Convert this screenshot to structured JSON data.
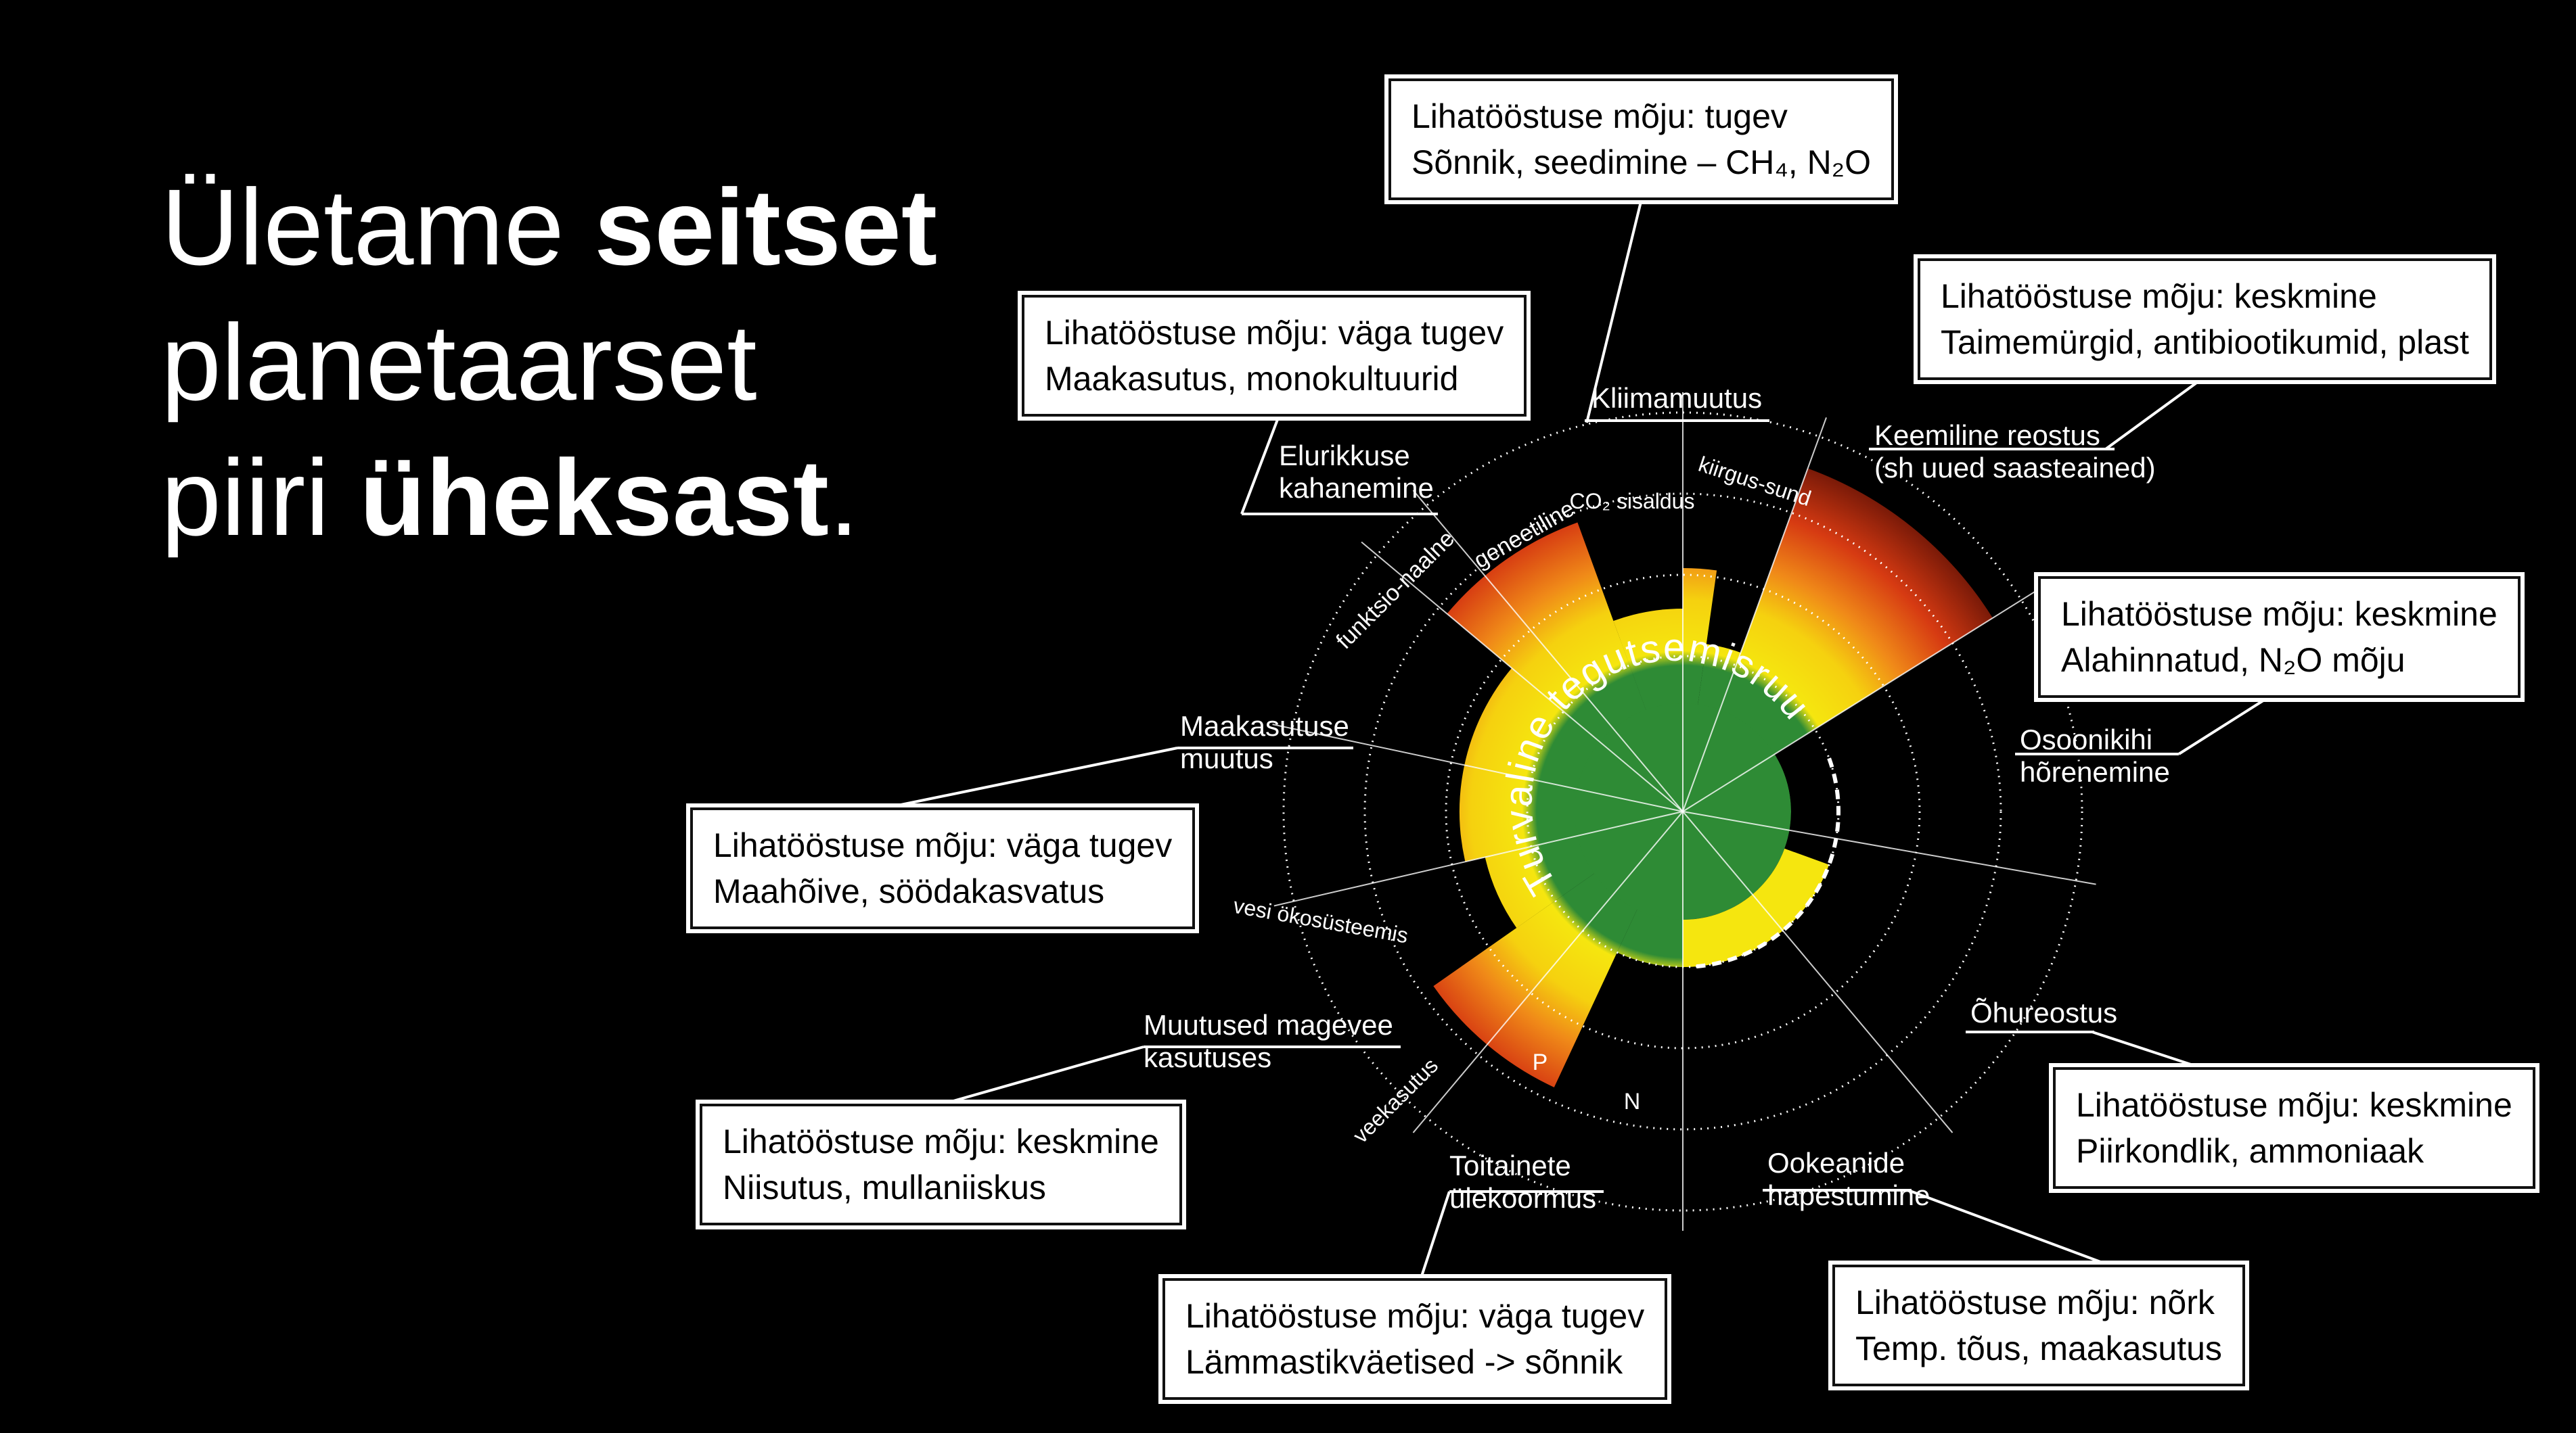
{
  "headline": {
    "part1": "Ületame ",
    "bold1": "seitset",
    "line2": "planetaarset",
    "part3": "piiri ",
    "bold3": "üheksast",
    "end": "."
  },
  "center_label": "Turvaline tegutsemisruum",
  "boundaries": [
    {
      "id": "climate",
      "label": [
        "Kliimamuutus"
      ]
    },
    {
      "id": "chemical",
      "label": [
        "Keemiline reostus",
        "(sh uued saasteained)"
      ]
    },
    {
      "id": "ozone",
      "label": [
        "Osoonikihi",
        "hõrenemine"
      ]
    },
    {
      "id": "air",
      "label": [
        "Õhureostus"
      ]
    },
    {
      "id": "ocean",
      "label": [
        "Ookeanide",
        "hapestumine"
      ]
    },
    {
      "id": "nutrients",
      "label": [
        "Toitainete",
        "ülekoormus"
      ]
    },
    {
      "id": "water",
      "label": [
        "Muutused magevee",
        "kasutuses"
      ]
    },
    {
      "id": "land",
      "label": [
        "Maakasutuse",
        "muutus"
      ]
    },
    {
      "id": "biodiversity",
      "label": [
        "Elurikkuse",
        "kahanemine"
      ]
    }
  ],
  "sub_labels": {
    "co2": "CO₂ sisaldus",
    "radiative": "kiirgus-sund",
    "genetic": "geneetiline",
    "functional": "funktsio-naalne",
    "green_water": "vesi ökosüsteemis",
    "blue_water": "veekasutus",
    "p": "P",
    "n": "N"
  },
  "callouts": [
    {
      "id": "climate",
      "line1": "Lihatööstuse mõju: tugev",
      "line2": "Sõnnik, seedimine – CH₄, N₂O"
    },
    {
      "id": "chemical",
      "line1": "Lihatööstuse mõju: keskmine",
      "line2": "Taimemürgid, antibiootikumid, plast"
    },
    {
      "id": "ozone",
      "line1": "Lihatööstuse mõju: keskmine",
      "line2": "Alahinnatud, N₂O mõju"
    },
    {
      "id": "air",
      "line1": "Lihatööstuse mõju: keskmine",
      "line2": "Piirkondlik, ammoniaak"
    },
    {
      "id": "ocean",
      "line1": "Lihatööstuse mõju: nõrk",
      "line2": "Temp. tõus, maakasutus"
    },
    {
      "id": "nutrients",
      "line1": "Lihatööstuse mõju: väga tugev",
      "line2": "Lämmastikväetised -> sõnnik"
    },
    {
      "id": "water",
      "line1": "Lihatööstuse mõju: keskmine",
      "line2": "Niisutus, mullaniiskus"
    },
    {
      "id": "land",
      "line1": "Lihatööstuse mõju: väga tugev",
      "line2": "Maahõive, söödakasvatus"
    },
    {
      "id": "biodiversity",
      "line1": "Lihatööstuse mõju: väga tugev",
      "line2": "Maakasutus, monokultuurid"
    }
  ],
  "colors": {
    "background": "#000000",
    "safe_zone": "#2e8b35",
    "yellow": "#f5e60f",
    "orange": "#f08a18",
    "red": "#d63a12",
    "dark_red": "#8a1e0a"
  }
}
